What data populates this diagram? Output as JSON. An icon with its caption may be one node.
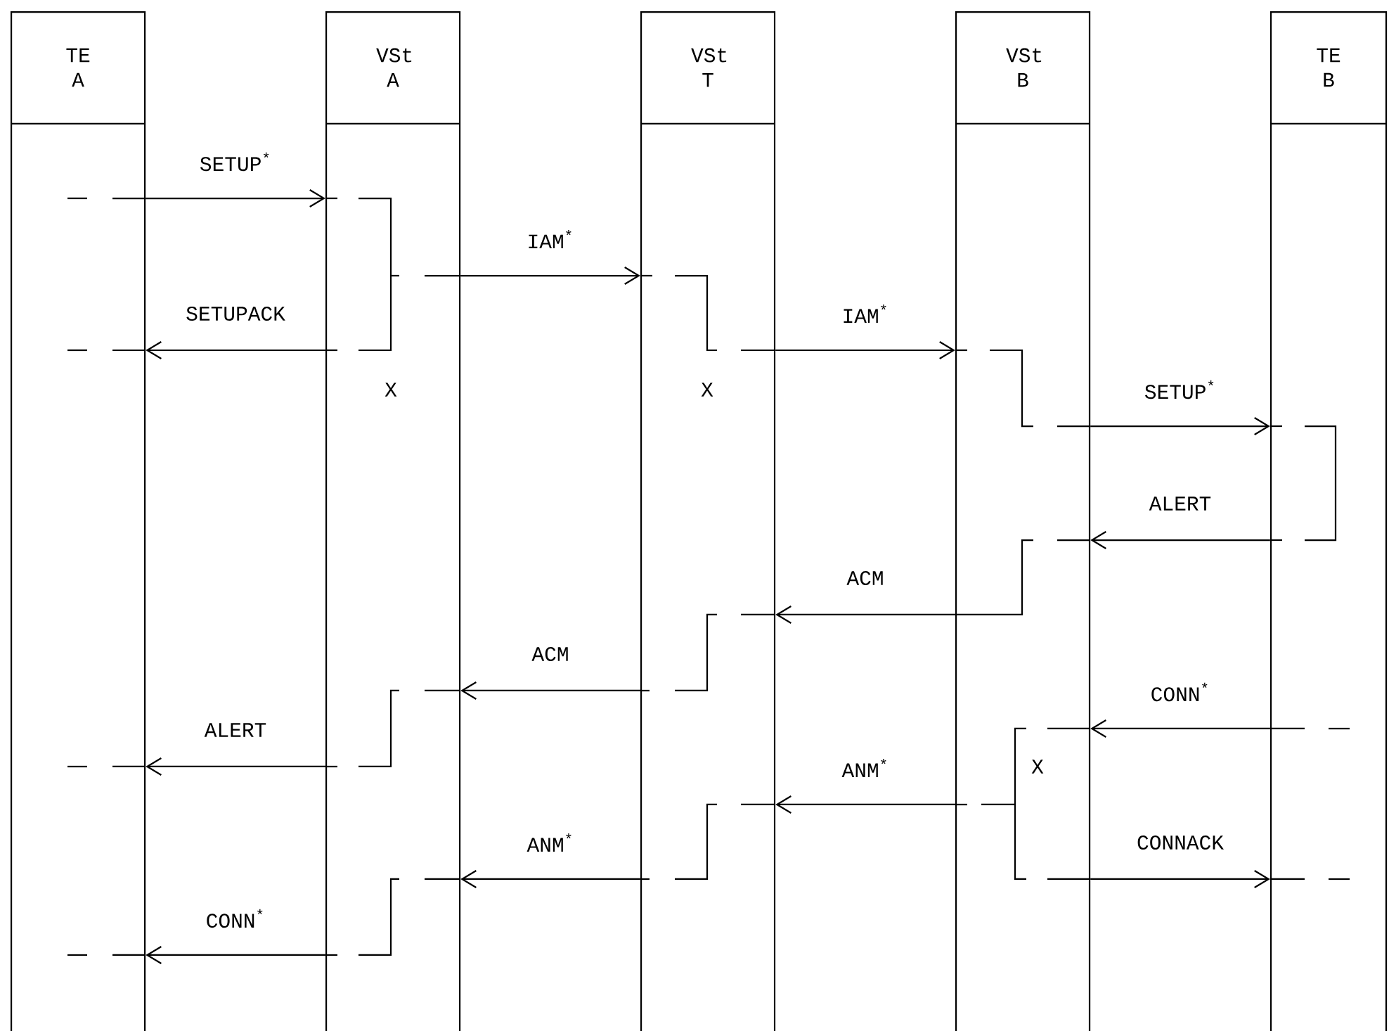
{
  "diagram": {
    "nodes": [
      {
        "text": [
          "TE A"
        ]
      },
      {
        "text": [
          "VSt A"
        ]
      },
      {
        "text": [
          "VSt T"
        ]
      },
      {
        "text": [
          "VSt B"
        ]
      },
      {
        "text": [
          "TE B"
        ]
      }
    ],
    "edges": [
      {
        "from": 0,
        "to": 1,
        "arrow": "to",
        "label": "SETUP$^{*}$"
      },
      {
        "from": 1,
        "to": 2,
        "arrow": "to",
        "label": "IAM$^{*}$"
      },
      {
        "from": 1,
        "to": 0,
        "arrow": "to",
        "label": "SETUPACK"
      },
      {
        "from": 2,
        "to": 3,
        "arrow": "to",
        "label": "IAM$^{*}$"
      },
      {
        "from": 3,
        "to": 4,
        "arrow": "to",
        "label": "SETUP$^{*}$"
      },
      {
        "from": 4,
        "to": 3,
        "arrow": "to",
        "label": "ALERT"
      },
      {
        "from": 3,
        "to": 2,
        "arrow": "to",
        "label": "ACM"
      },
      {
        "from": 2,
        "to": 1,
        "arrow": "to",
        "label": "ACM"
      },
      {
        "from": 4,
        "to": 3,
        "arrow": "to",
        "label": "CONN$^{*}$"
      },
      {
        "from": 1,
        "to": 0,
        "arrow": "to",
        "label": "ALERT"
      },
      {
        "from": 3,
        "to": 2,
        "arrow": "to",
        "label": "ANM$^{*}$"
      },
      {
        "from": 2,
        "to": 1,
        "arrow": "to",
        "label": "ANM$^{*}$"
      },
      {
        "from": 3,
        "to": 4,
        "arrow": "to",
        "label": "CONNACK"
      },
      {
        "from": 1,
        "to": 0,
        "arrow": "to",
        "label": "CONN$^{*}$"
      }
    ],
    "labels": [
      "X",
      "X",
      "X"
    ]
  }
}
